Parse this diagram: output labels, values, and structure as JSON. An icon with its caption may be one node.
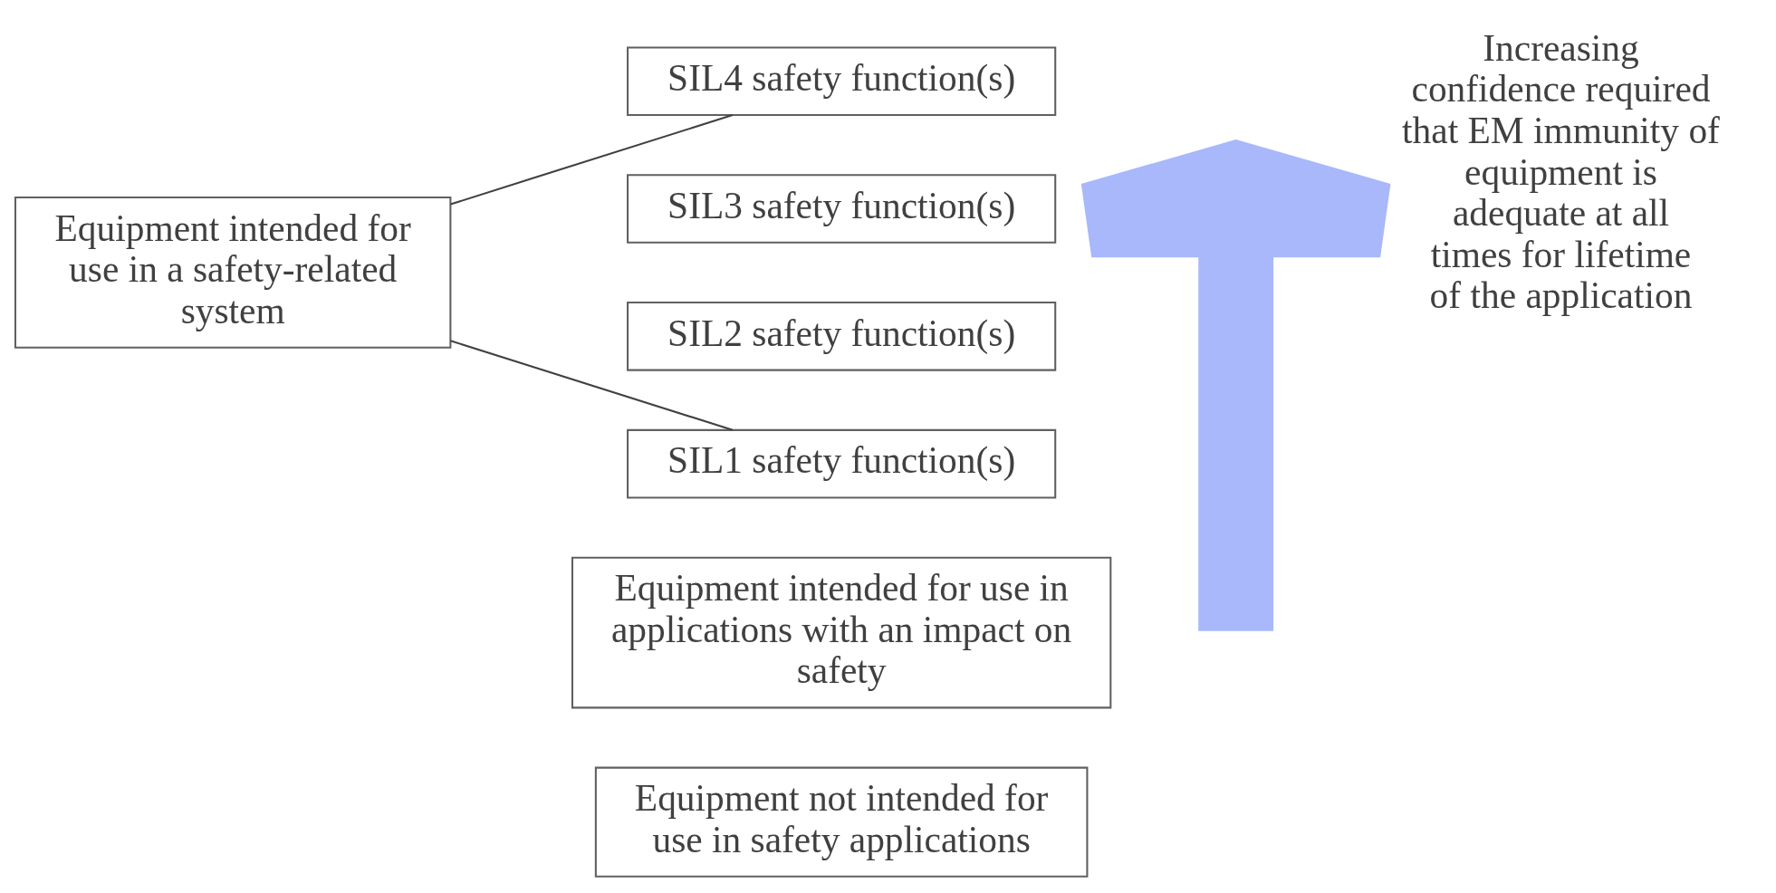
{
  "diagram": {
    "nodes": [
      {
        "text": [
          "Equipment intended for use in a safety-related system"
        ]
      },
      {
        "text": [
          "SIL4 safety function(s)"
        ]
      },
      {
        "text": [
          "SIL3 safety function(s)"
        ]
      },
      {
        "text": [
          "SIL2 safety function(s)"
        ]
      },
      {
        "text": [
          "SIL1 safety function(s)"
        ]
      },
      {
        "text": [
          "Equipment intended for use in applications with an impact on safety"
        ]
      },
      {
        "text": [
          "Equipment not intended for use in safety applications"
        ]
      }
    ],
    "edges": [
      {
        "from": 0,
        "to": 1,
        "arrow": "none"
      },
      {
        "from": 0,
        "to": 4,
        "arrow": "none"
      }
    ],
    "labels": [
      "Increasing confidence required that EM immunity of equipment is adequate at all times for lifetime of the application"
    ]
  }
}
